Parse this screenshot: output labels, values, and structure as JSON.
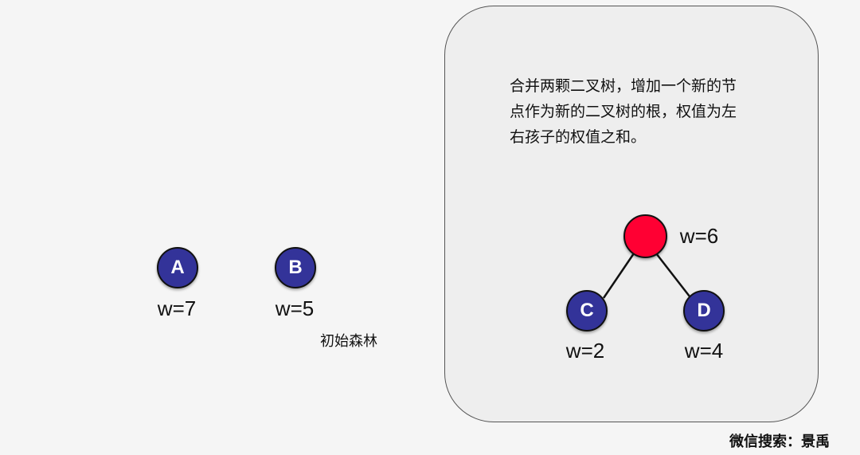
{
  "initial_forest": {
    "caption": "初始森林",
    "nodes": [
      {
        "id": "A",
        "weight_label": "w=7"
      },
      {
        "id": "B",
        "weight_label": "w=5"
      }
    ]
  },
  "merge_panel": {
    "description_lines": [
      "合并两颗二叉树，增加一个新的节",
      "点作为新的二叉树的根，权值为左",
      "右孩子的权值之和。"
    ],
    "root": {
      "id": "",
      "weight_label": "w=6"
    },
    "children": [
      {
        "id": "C",
        "weight_label": "w=2"
      },
      {
        "id": "D",
        "weight_label": "w=4"
      }
    ]
  },
  "footer": "微信搜索：景禹",
  "colors": {
    "leaf_node": "#333399",
    "new_root": "#ff0033",
    "panel_bg": "#eeeeee",
    "page_bg": "#f5f5f5"
  }
}
